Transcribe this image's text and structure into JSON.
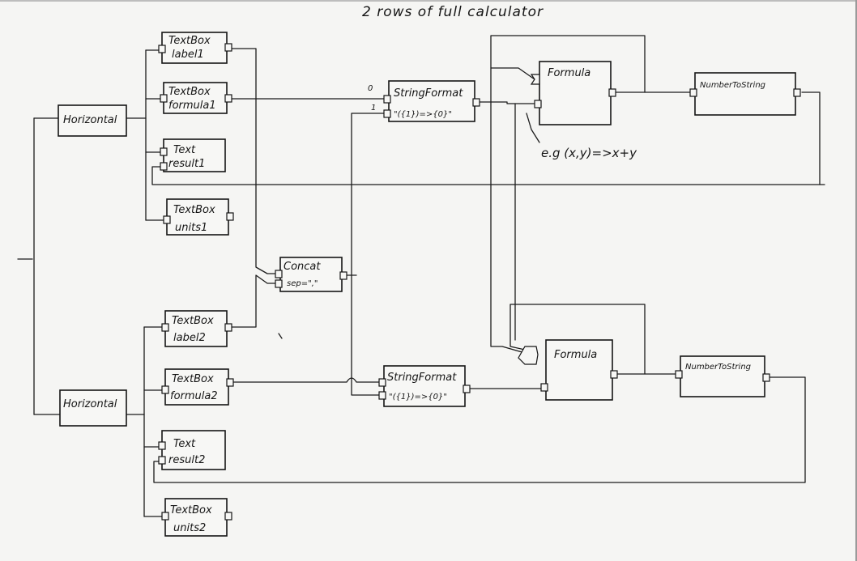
{
  "title": "2 rows of full calculator",
  "nodes": {
    "horizontal1": "Horizontal",
    "horizontal2": "Horizontal",
    "textbox_label1": [
      "TextBox",
      "label1"
    ],
    "textbox_formula1": [
      "TextBox",
      "formula1"
    ],
    "text_result1": [
      "Text",
      "result1"
    ],
    "textbox_units1": [
      "TextBox",
      "units1"
    ],
    "textbox_label2": [
      "TextBox",
      "label2"
    ],
    "textbox_formula2": [
      "TextBox",
      "formula2"
    ],
    "text_result2": [
      "Text",
      "result2"
    ],
    "textbox_units2": [
      "TextBox",
      "units2"
    ],
    "concat": [
      "Concat",
      "sep=\",\""
    ],
    "stringformat1": [
      "StringFormat",
      "\"({1})=>{0}\""
    ],
    "stringformat2": [
      "StringFormat",
      "\"({1})=>{0}\""
    ],
    "formula1": "Formula",
    "formula2": "Formula",
    "number_to_string1": "NumberToString",
    "number_to_string2": "NumberToString"
  },
  "port_labels": {
    "stringformat1_input_0": "0",
    "stringformat1_input_1": "1"
  },
  "annotation": "e.g (x,y)=>x+y"
}
